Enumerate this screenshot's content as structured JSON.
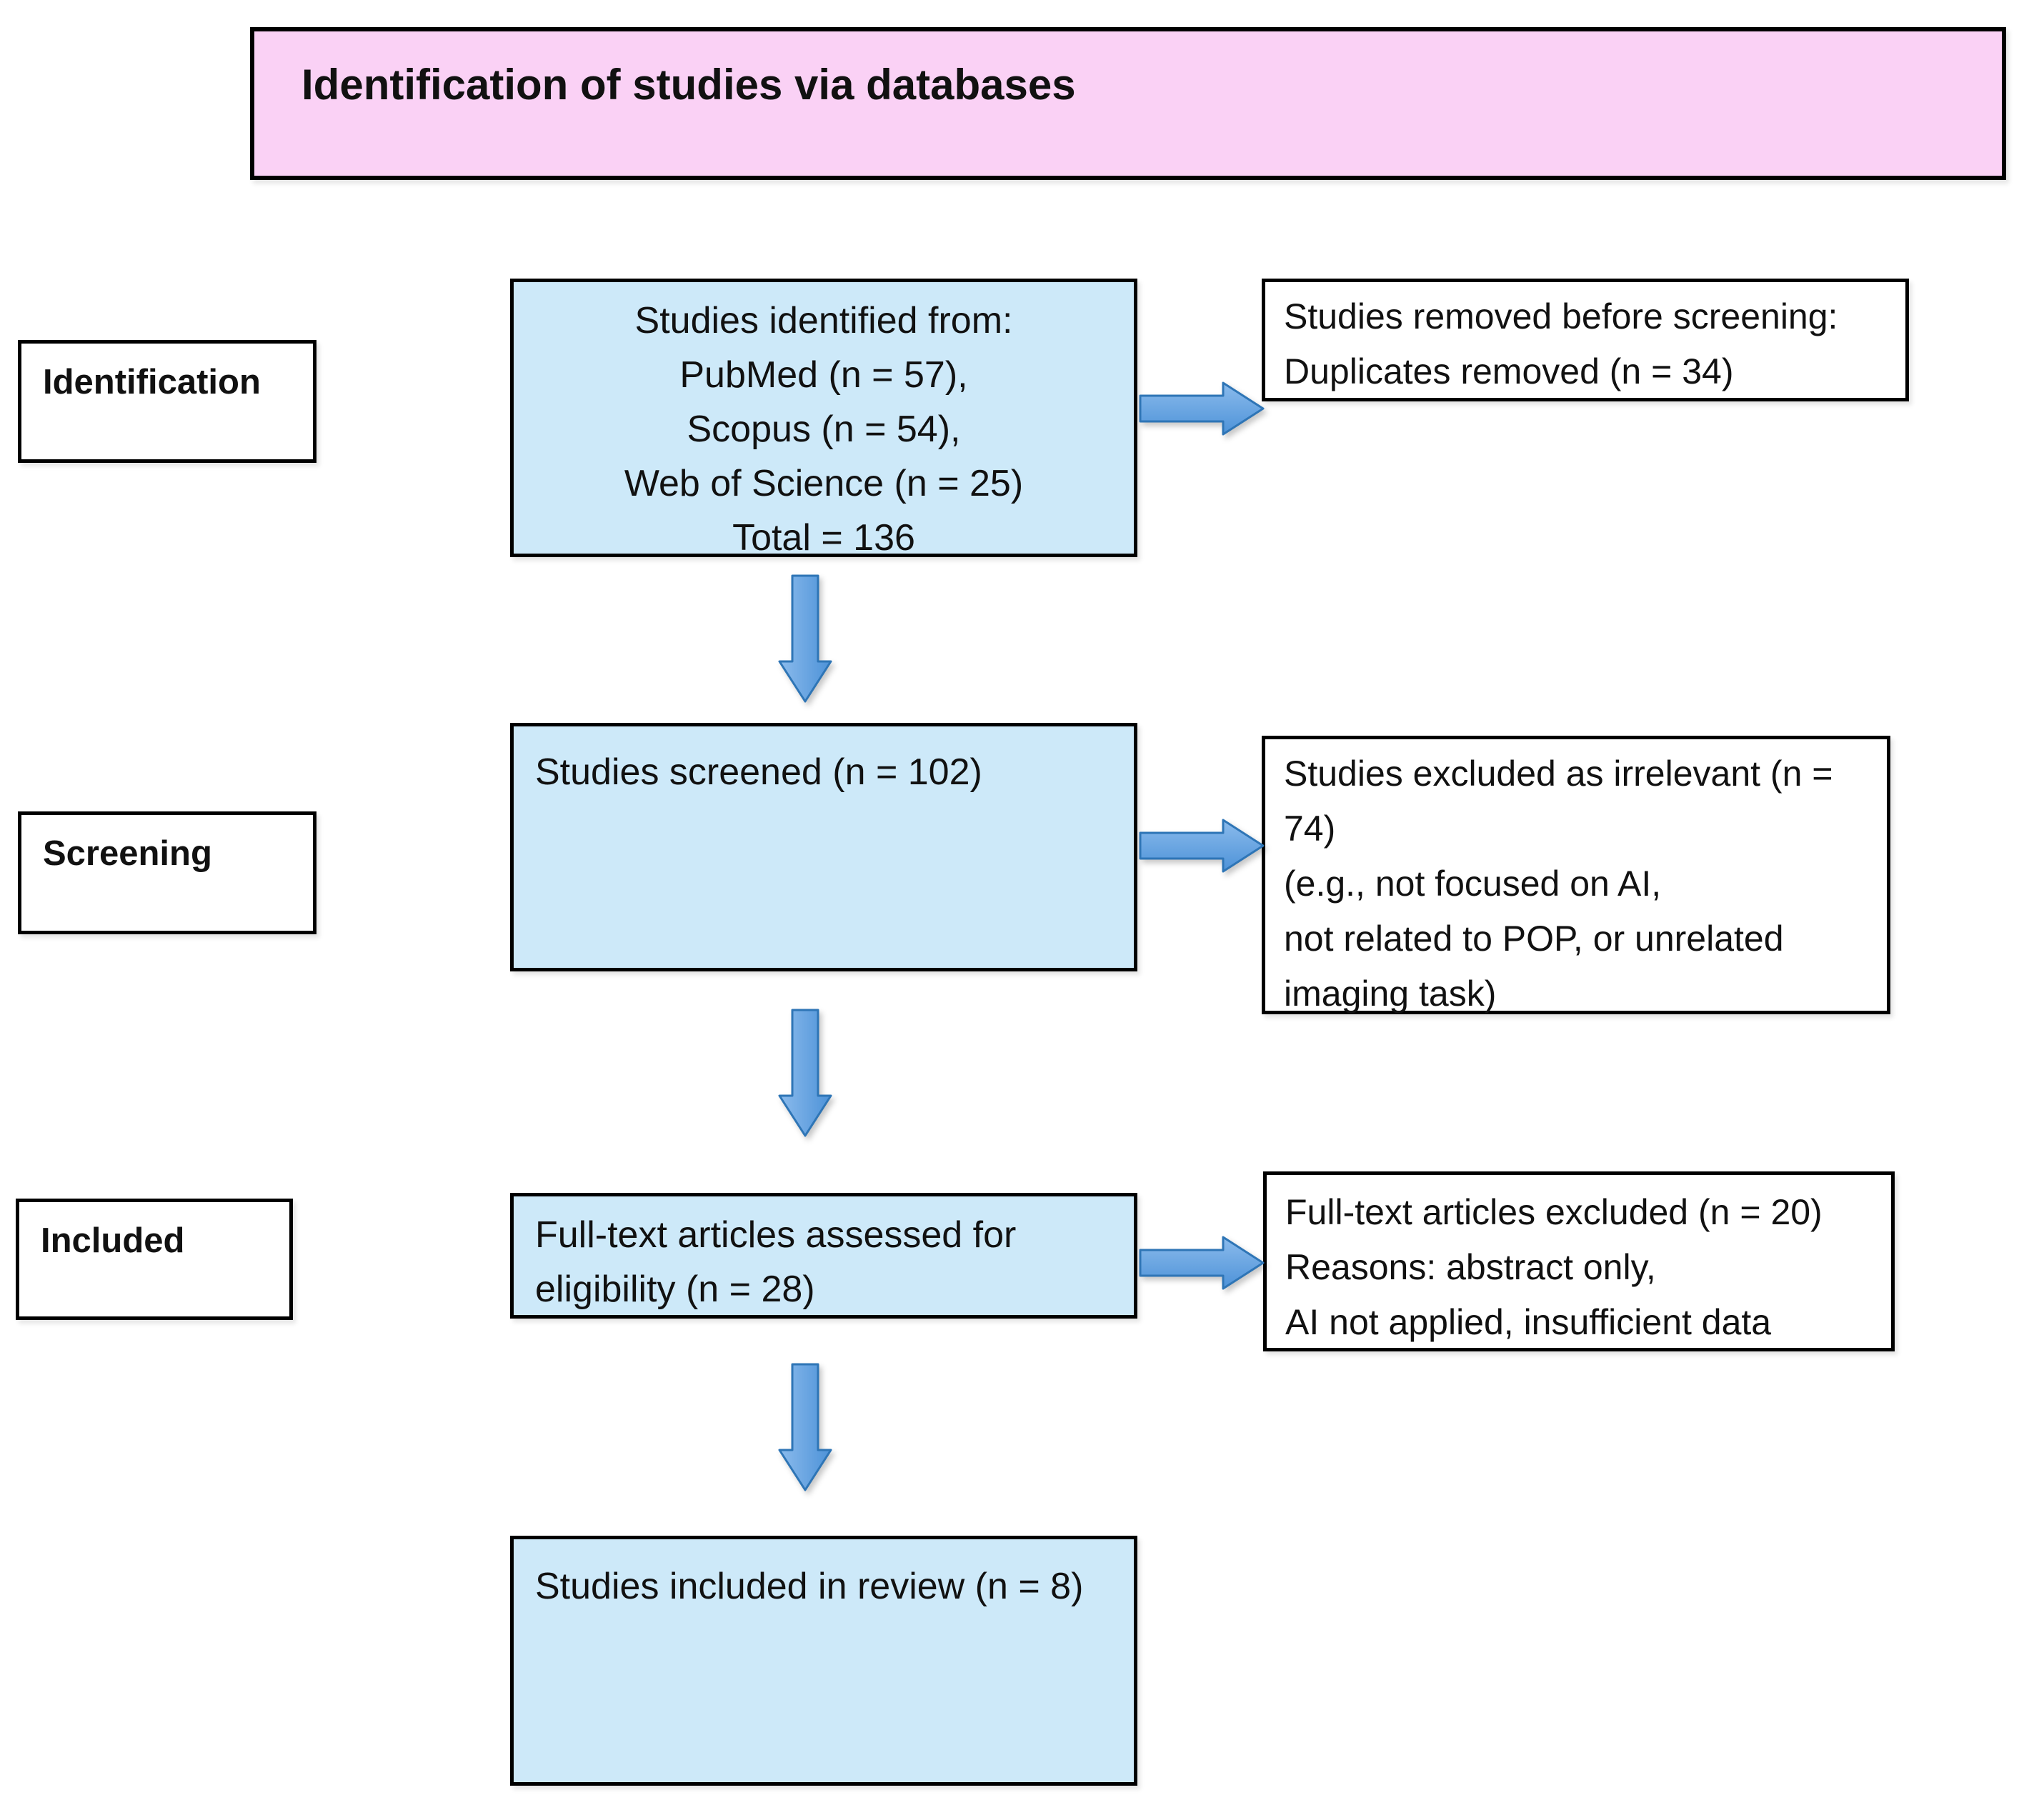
{
  "header": {
    "title": "Identification of studies via databases"
  },
  "stages": [
    {
      "label": "Identification"
    },
    {
      "label": "Screening"
    },
    {
      "label": "Included"
    }
  ],
  "flow": {
    "identified": {
      "lines": [
        "Studies identified from:",
        "PubMed (n = 57),",
        "Scopus (n = 54),",
        "Web of Science (n = 25)",
        "Total = 136"
      ]
    },
    "screened": {
      "text": "Studies screened (n = 102)"
    },
    "fulltext": {
      "lines": [
        "Full-text articles assessed for",
        "eligibility (n = 28)"
      ]
    },
    "included": {
      "text": "Studies included in review (n = 8)"
    }
  },
  "side": {
    "removed": {
      "lines": [
        "Studies removed before screening:",
        "Duplicates removed (n = 34)"
      ]
    },
    "excluded": {
      "lines": [
        "Studies excluded as irrelevant (n =",
        "74)",
        "(e.g., not focused on AI,",
        "not related to POP, or unrelated",
        "imaging task)"
      ]
    },
    "fulltext_excluded": {
      "lines": [
        "Full-text articles excluded (n = 20)",
        "Reasons: abstract only,",
        "AI not applied, insufficient data"
      ]
    }
  },
  "counts": {
    "pubmed": 57,
    "scopus": 54,
    "web_of_science": 25,
    "total_identified": 136,
    "duplicates_removed": 34,
    "screened": 102,
    "excluded_irrelevant": 74,
    "fulltext_assessed": 28,
    "fulltext_excluded": 20,
    "included_in_review": 8
  },
  "colors": {
    "header_bg": "#FAD1F5",
    "process_box_bg": "#CDE9F9",
    "side_box_bg": "#FFFFFF",
    "border": "#000000",
    "arrow_fill_light": "#8BBBEC",
    "arrow_fill_dark": "#4D92D8",
    "arrow_border": "#2E75B6"
  }
}
